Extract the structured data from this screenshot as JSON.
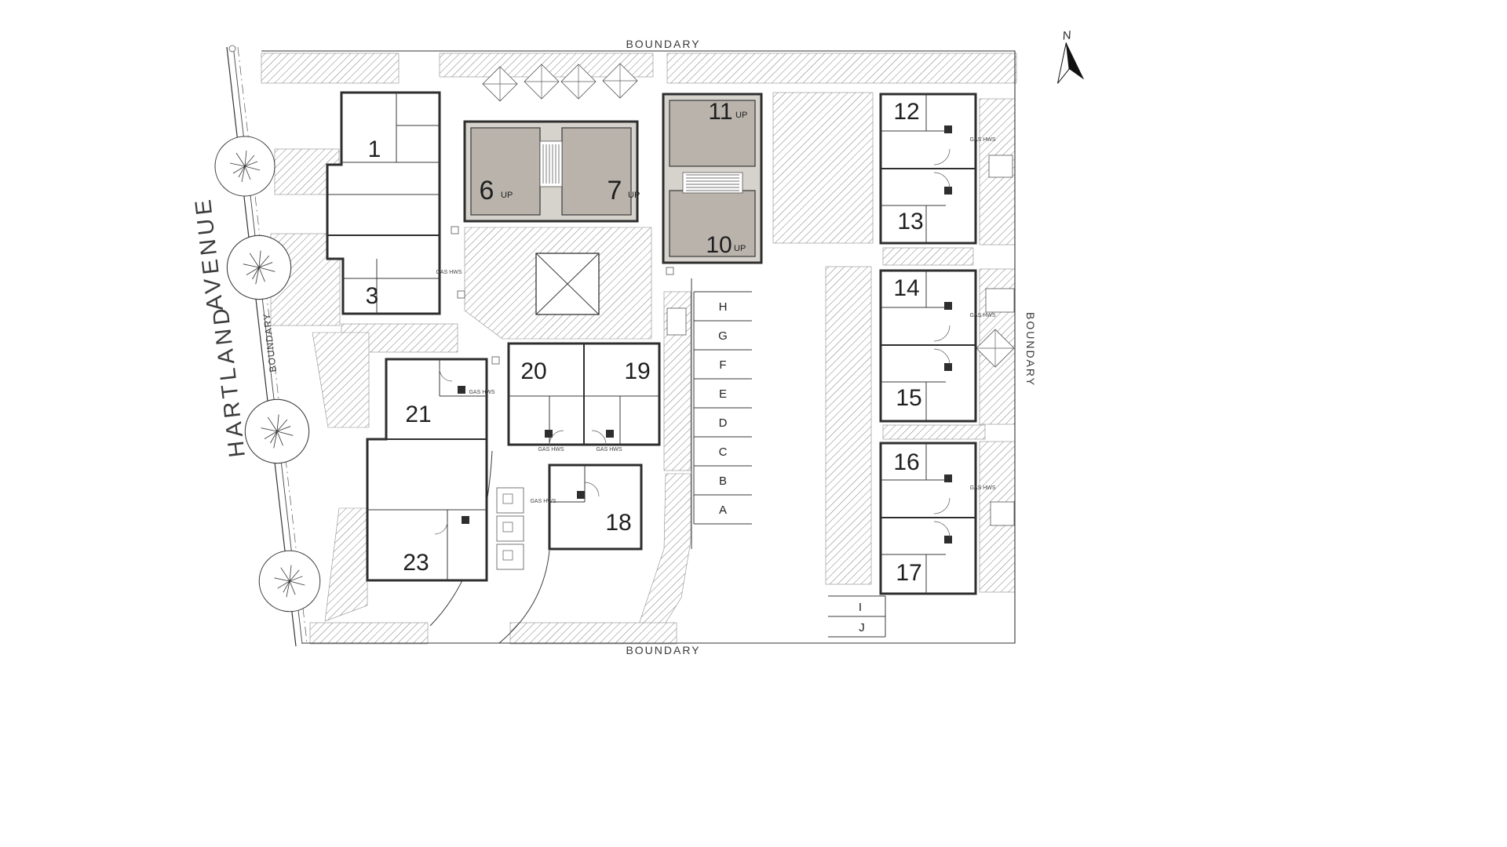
{
  "labels": {
    "boundary": "BOUNDARY",
    "north": "N",
    "up": "UP",
    "gas": "GAS HWS"
  },
  "street": {
    "word1": "HARTLAND",
    "word2": "AVENUE"
  },
  "units": {
    "u1": "1",
    "u3": "3",
    "u6": "6",
    "u7": "7",
    "u10": "10",
    "u11": "11",
    "u12": "12",
    "u13": "13",
    "u14": "14",
    "u15": "15",
    "u16": "16",
    "u17": "17",
    "u18": "18",
    "u19": "19",
    "u20": "20",
    "u21": "21",
    "u23": "23"
  },
  "parking": {
    "bays": [
      "H",
      "G",
      "F",
      "E",
      "D",
      "C",
      "B",
      "A"
    ],
    "extra": [
      "I",
      "J"
    ]
  },
  "colors": {
    "line": "#2e2e2e",
    "hatch_line": "#6f6f6f",
    "shaded_building": "#d6d2cc",
    "shaded_unit": "#b9b3ac"
  }
}
